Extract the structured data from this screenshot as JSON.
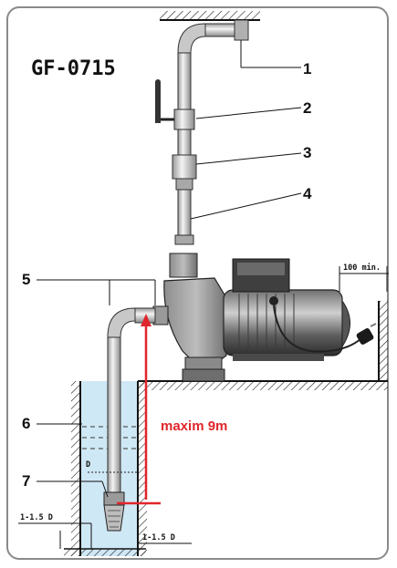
{
  "title": "GF-0715",
  "callouts": [
    "1",
    "2",
    "3",
    "4",
    "5",
    "6",
    "7"
  ],
  "clearance_label": "100 min.",
  "diameter_label": "D",
  "foot_clearance_left": "1-1.5 D",
  "foot_clearance_right": "1-1.5 D",
  "max_depth_label": "maxim 9m",
  "colors": {
    "accent_red": "#e0262b",
    "water": "#cfe8f5",
    "frame": "#8a8a8a"
  }
}
